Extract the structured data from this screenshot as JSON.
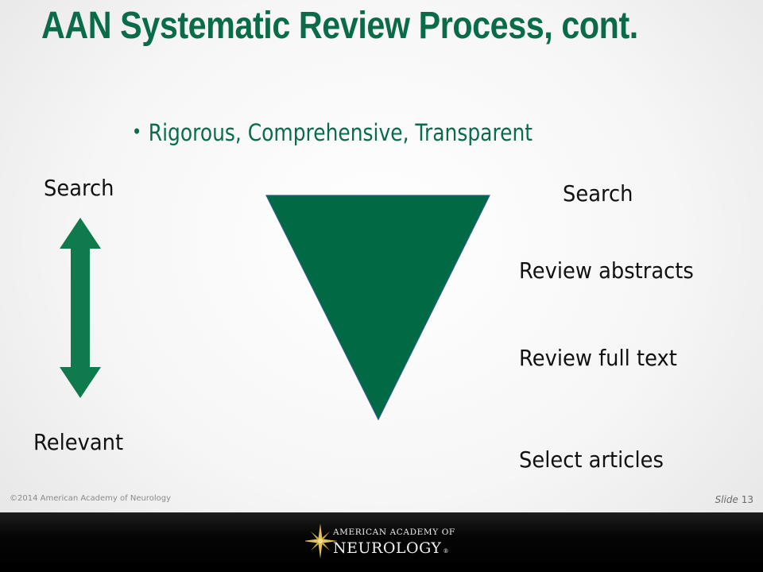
{
  "slide": {
    "title": "AAN Systematic Review Process, cont.",
    "bullet": "Rigorous, Comprehensive, Transparent",
    "left_labels": {
      "top": "Search",
      "bottom": "Relevant"
    },
    "steps": [
      "Search",
      "Review abstracts",
      "Review full text",
      "Select articles"
    ]
  },
  "footer": {
    "copyright": "©2014 American Academy of Neurology",
    "slide_label": "Slide",
    "slide_number": "13"
  },
  "logo": {
    "line1": "AMERICAN ACADEMY OF",
    "line2": "NEUROLOGY",
    "registered": "®"
  },
  "colors": {
    "brand_green": "#0a6b48",
    "triangle_green": "#006a45",
    "arrow_green": "#0f7a4b"
  },
  "icons": {
    "arrow": "double-headed-vertical-arrow",
    "funnel": "inverted-triangle",
    "logo_mark": "starburst-icon"
  }
}
